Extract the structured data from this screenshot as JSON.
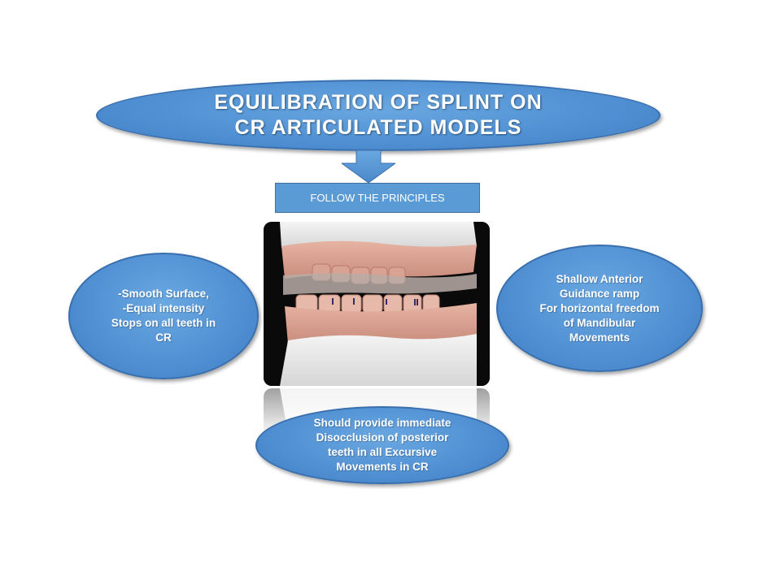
{
  "title": "EQUILIBRATION OF SPLINT ON\nCR ARTICULATED MODELS",
  "principles_label": "FOLLOW THE PRINCIPLES",
  "left_bubble": "-Smooth Surface,\n-Equal intensity\nStops on all teeth in\nCR",
  "right_bubble": "Shallow Anterior\nGuidance ramp\nFor horizontal freedom\nof Mandibular\nMovements",
  "bottom_bubble": "Should provide immediate\nDisocclusion of posterior\nteeth in all Excursive\nMovements in CR",
  "colors": {
    "ellipse_fill": "#5b9bd5",
    "ellipse_border": "#3a6fae",
    "box_fill": "#5b9bd5",
    "text": "#ffffff"
  },
  "icons": {
    "arrow": "down-arrow-icon",
    "photo": "articulated-dental-models-photo"
  }
}
